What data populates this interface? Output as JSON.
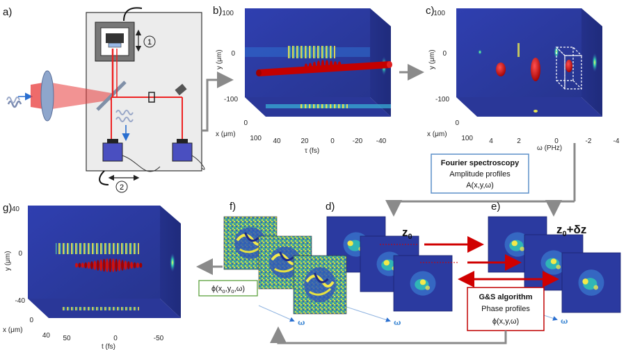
{
  "panels": {
    "a": {
      "label": "a)",
      "step1": "1",
      "step2": "2"
    },
    "b": {
      "label": "b)",
      "y_ticks": [
        "100",
        "0",
        "-100"
      ],
      "x_ticks": [
        "0",
        "100"
      ],
      "t_ticks": [
        "40",
        "20",
        "0",
        "-20",
        "-40"
      ],
      "ylabel": "y (μm)",
      "xlabel": "x (μm)",
      "tlabel": "τ (fs)"
    },
    "c": {
      "label": "c)",
      "y_ticks": [
        "100",
        "0",
        "-100"
      ],
      "x_ticks": [
        "0",
        "100"
      ],
      "w_ticks": [
        "4",
        "2",
        "0",
        "-2",
        "-4"
      ],
      "ylabel": "y (μm)",
      "xlabel": "x (μm)",
      "wlabel": "ω (PHz)"
    },
    "d": {
      "label": "d)",
      "z_label": "z",
      "z_sub": "0",
      "omega": "ω"
    },
    "e": {
      "label": "e)",
      "z_label": "z",
      "z_sub": "0",
      "z_suffix": "+δz",
      "omega": "ω"
    },
    "f": {
      "label": "f)",
      "phase_label": "ϕ(x",
      "phase_label_sub": "o",
      "phase_label_mid": ",y",
      "phase_label_tail": ",ω)",
      "omega": "ω"
    },
    "g": {
      "label": "g)",
      "y_ticks": [
        "40",
        "0",
        "-40"
      ],
      "x_ticks": [
        "0",
        "40"
      ],
      "t_ticks": [
        "50",
        "0",
        "-50"
      ],
      "ylabel": "y (μm)",
      "xlabel": "x (μm)",
      "tlabel": "t (fs)"
    }
  },
  "fourier_box": {
    "title": "Fourier spectroscopy",
    "line1": "Amplitude profiles",
    "line2": "A(x,y,ω)",
    "border_color": "#5b8fc9"
  },
  "gs_box": {
    "title": "G&S algorithm",
    "line1": "Phase profiles",
    "line2": "ϕ(x,y,ω)",
    "border_color": "#c00000"
  },
  "colors": {
    "volume_bg": "#2b3aa0",
    "pulse": "#c40000",
    "beam": "#ee2222",
    "arrow_gray": "#8a8a8a",
    "arrow_red": "#d00000"
  }
}
